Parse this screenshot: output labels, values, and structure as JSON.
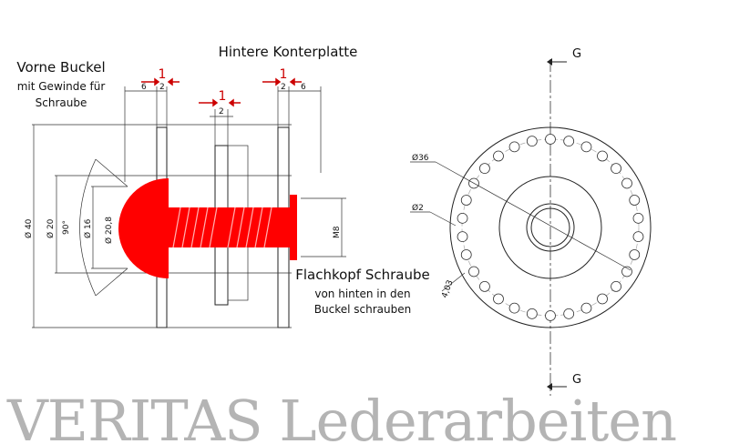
{
  "labels": {
    "front_title_1": "Vorne Buckel",
    "front_title_2": "mit Gewinde für",
    "front_title_3": "Schraube",
    "rear_plate": "Hintere Konterplatte",
    "screw_1": "Flachkopf Schraube",
    "screw_2": "von hinten in den",
    "screw_3": "Buckel schrauben",
    "section_top": "G",
    "section_bottom": "G",
    "watermark": "VERITAS Lederarbeiten"
  },
  "dimensions": {
    "d40": "Ø 40",
    "d20": "Ø 20",
    "angle": "90°",
    "d16": "Ø 16",
    "d208": "Ø 20,8",
    "m8": "M8",
    "gap_front": "6",
    "gap_front_2": "2",
    "gap_mid": "2",
    "gap_rear": "2",
    "gap_rear_2": "6",
    "thick_1": "1",
    "thick_2": "1",
    "thick_3": "1",
    "d36": "Ø36",
    "d2": "Ø2",
    "pitch": "4,03"
  },
  "colors": {
    "accent": "#ff0000",
    "line": "#222222"
  }
}
